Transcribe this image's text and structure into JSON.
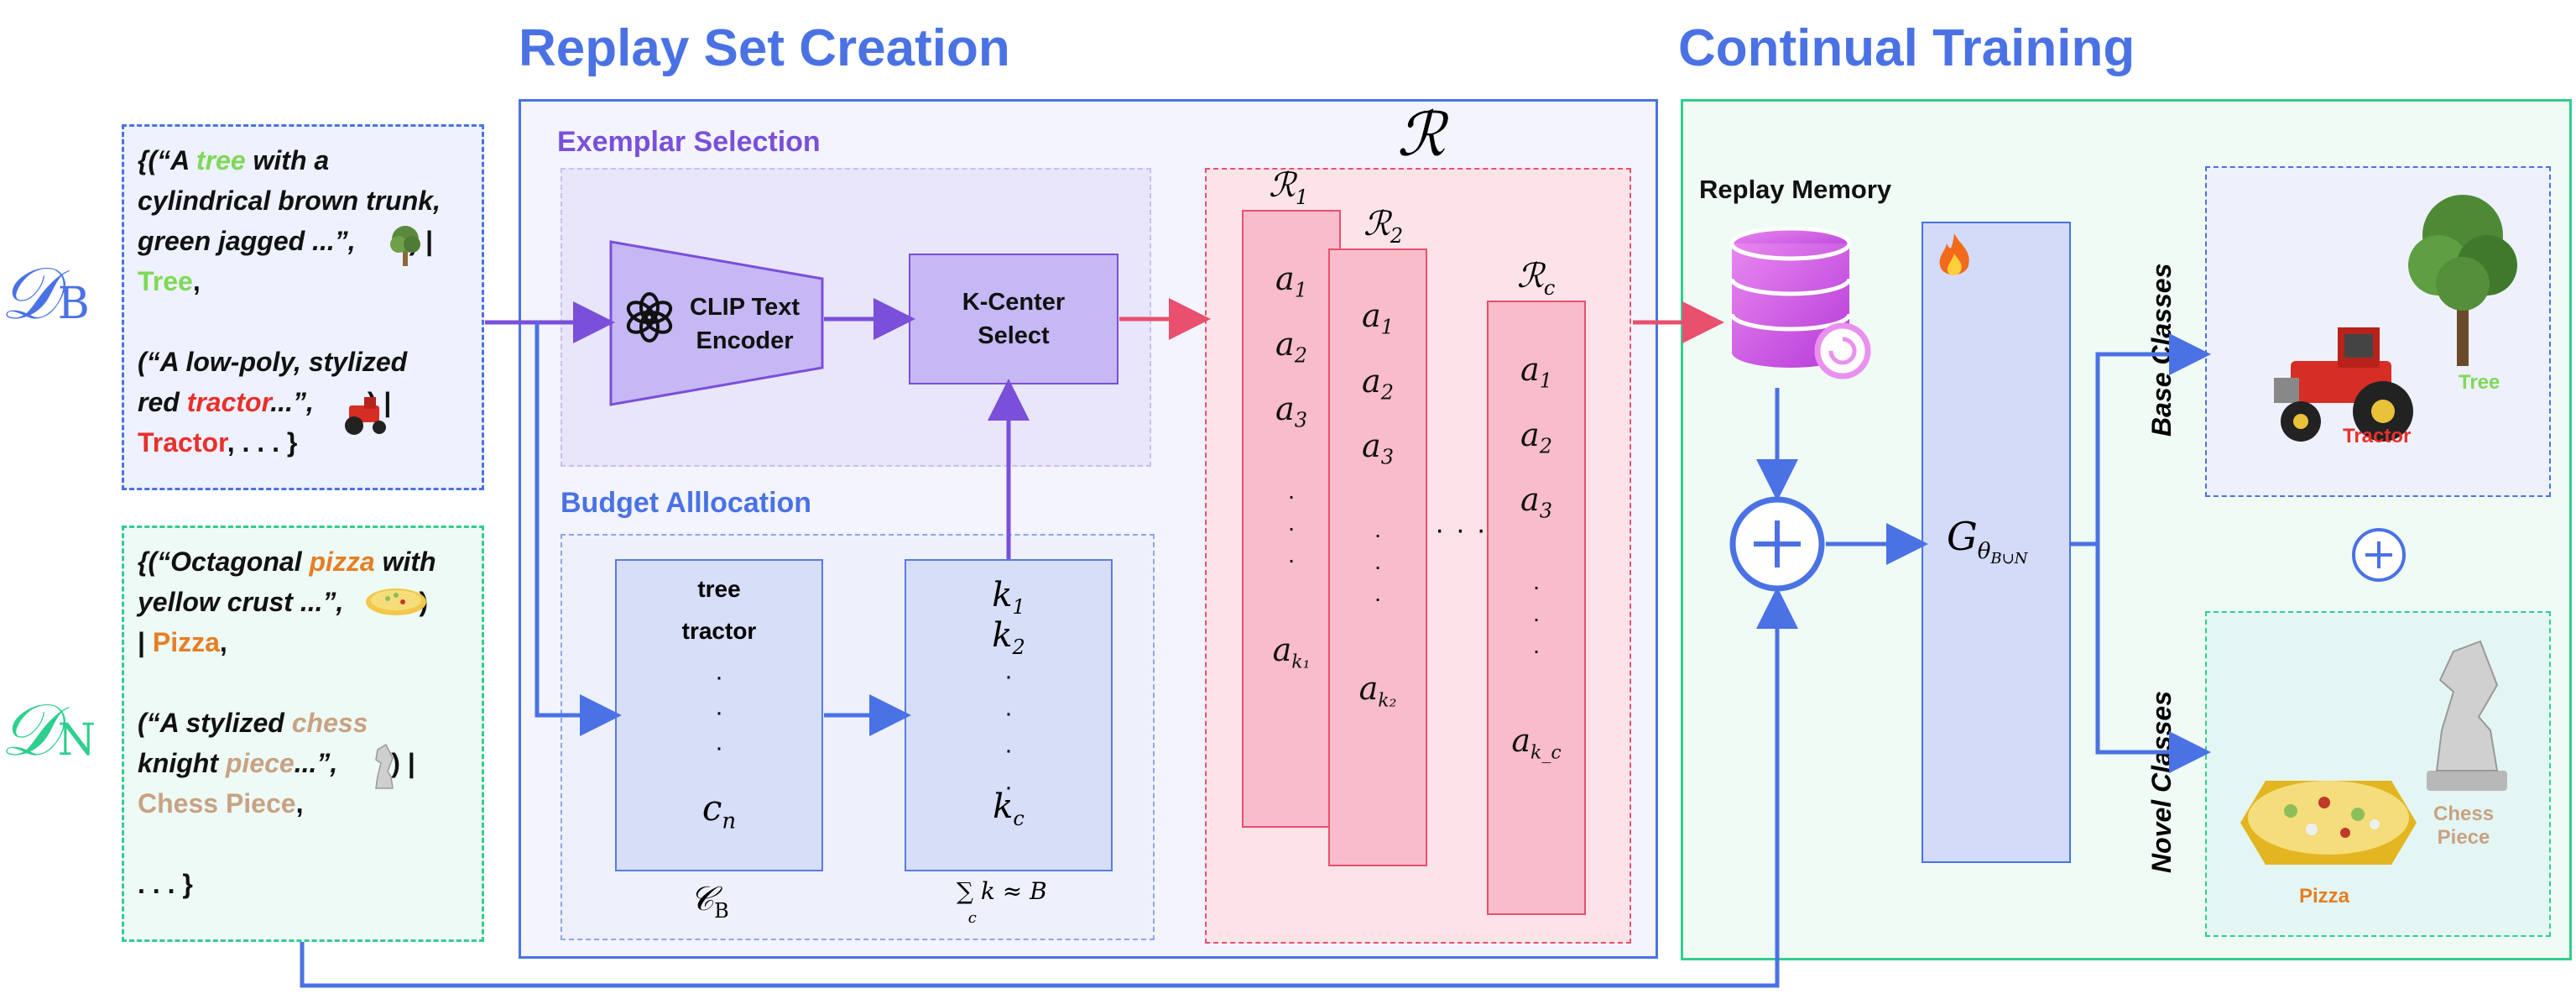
{
  "titles": {
    "replay": "Replay Set Creation",
    "continual": "Continual Training",
    "exemplar": "Exemplar Selection",
    "budget": "Budget Alllocation",
    "replay_memory": "Replay Memory",
    "base_classes": "Base Classes",
    "novel_classes": "Novel Classes"
  },
  "datasets": {
    "base_label": "𝒟",
    "base_sub": "B",
    "novel_label": "𝒟",
    "novel_sub": "N",
    "base_lines": [
      {
        "open": "{(“A ",
        "word": "tree",
        "rest": " with a"
      },
      {
        "text": "cylindrical brown trunk,"
      },
      {
        "text": "green jagged ...”,",
        "tail": ") |"
      },
      {
        "cls": "Tree",
        "after": ","
      },
      {
        "text": "(“A low-poly, stylized"
      },
      {
        "pre": "red ",
        "word": "tractor",
        "rest": "...”,",
        "tail": ") |"
      },
      {
        "cls": "Tractor",
        "after": ", . . . }"
      }
    ],
    "novel_lines": [
      {
        "open": "{(“Octagonal ",
        "word": "pizza",
        "rest": " with"
      },
      {
        "text": "yellow crust ...”,",
        "tail": ")"
      },
      {
        "pre": "| ",
        "cls": "Pizza",
        "after": ","
      },
      {
        "open": "(“A stylized ",
        "word": "chess"
      },
      {
        "pre": "knight ",
        "word": "piece",
        "rest": "...”,",
        "tail": ") |"
      },
      {
        "cls": "Chess Piece",
        "after": ","
      },
      {
        "text": ". . . }"
      }
    ]
  },
  "encoder": {
    "line1": "CLIP Text",
    "line2": "Encoder"
  },
  "kcenter": {
    "line1": "K-Center",
    "line2": "Select"
  },
  "budget_left": {
    "line1": "tree",
    "line2": "tractor",
    "dots": "·",
    "last": "c",
    "last_sub": "n",
    "caption": "𝒞",
    "caption_sub": "B"
  },
  "budget_right": {
    "k1": "k",
    "k1_sub": "1",
    "k2": "k",
    "k2_sub": "2",
    "dots": "·",
    "kc": "k",
    "kc_sub": "c",
    "caption": "∑ k ≈ B",
    "caption_sub": "c"
  },
  "replay_sets": {
    "R_symbol": "ℛ",
    "sets": [
      {
        "label": "ℛ",
        "sub": "1",
        "items": [
          "a",
          "a",
          "a"
        ],
        "item_subs": [
          "1",
          "2",
          "3"
        ],
        "last": "a",
        "last_sub": "k₁"
      },
      {
        "label": "ℛ",
        "sub": "2",
        "items": [
          "a",
          "a",
          "a"
        ],
        "item_subs": [
          "1",
          "2",
          "3"
        ],
        "last": "a",
        "last_sub": "k₂"
      },
      {
        "label": "ℛ",
        "sub": "c",
        "items": [
          "a",
          "a",
          "a"
        ],
        "item_subs": [
          "1",
          "2",
          "3"
        ],
        "last": "a",
        "last_sub": "k_c"
      }
    ],
    "ellipsis": "· · ·"
  },
  "generator": {
    "symbol": "G",
    "sub": "θ",
    "subsub": "B∪N"
  },
  "outputs": {
    "tractor": "Tractor",
    "tree": "Tree",
    "pizza": "Pizza",
    "chess_line1": "Chess",
    "chess_line2": "Piece",
    "plus": "+"
  },
  "colors": {
    "blue": "#4a72e4",
    "purple": "#7a4fd9",
    "pink": "#e8506e",
    "green": "#2fcf8e",
    "tree_green": "#7ed957",
    "tractor_red": "#e8302a",
    "pizza_orange": "#e67e22",
    "chess_tan": "#c8a283"
  }
}
